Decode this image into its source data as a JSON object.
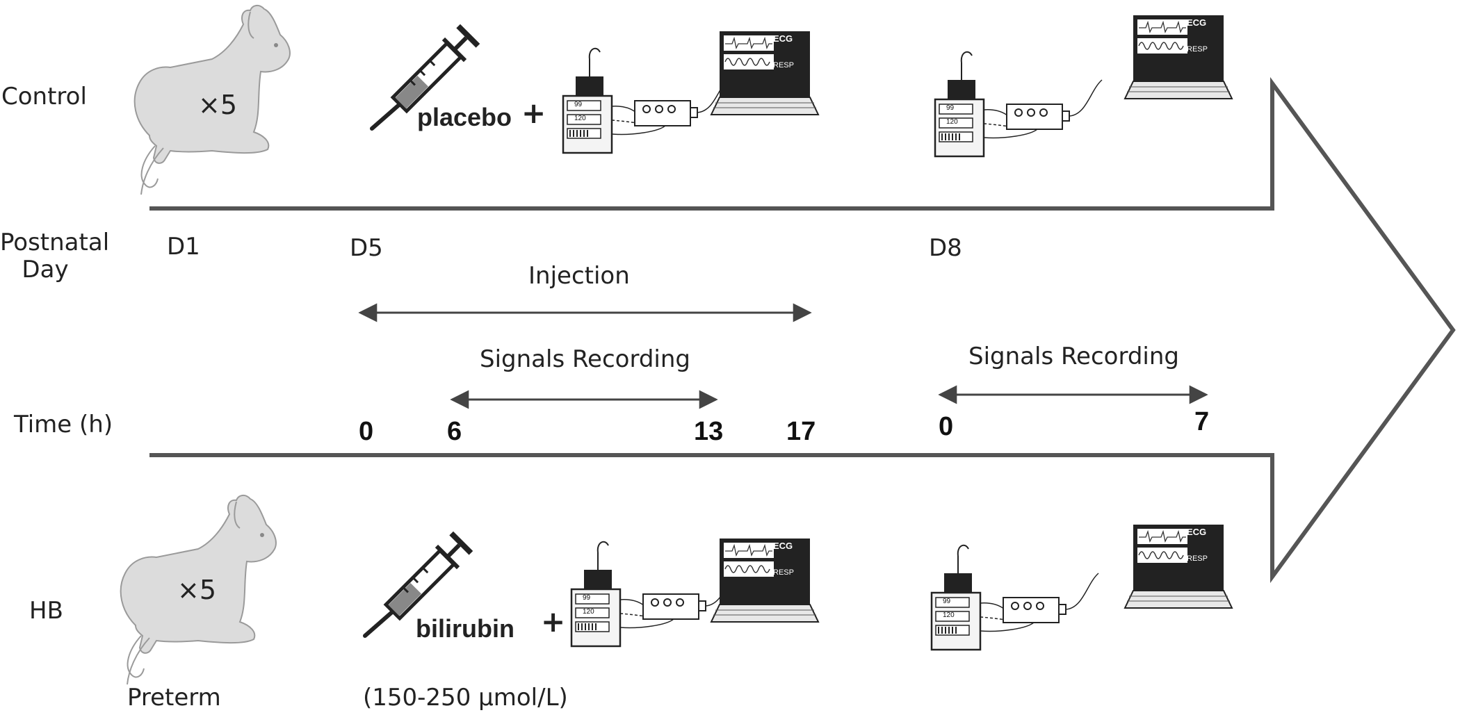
{
  "groups": {
    "control": "Control",
    "hb": "HB"
  },
  "axis_labels": {
    "postnatal_day": [
      "Postnatal",
      "Day"
    ],
    "time": "Time (h)"
  },
  "days": [
    "D1",
    "D5",
    "D8"
  ],
  "intervals": {
    "injection": "Injection",
    "recording_day5": "Signals Recording",
    "recording_day8": "Signals Recording"
  },
  "time_ticks": [
    "0",
    "6",
    "13",
    "17",
    "0",
    "7"
  ],
  "animals": {
    "count_control": "×5",
    "count_hb": "×5",
    "hb_caption": "Preterm"
  },
  "treatments": {
    "control_drug": "placebo",
    "hb_drug": "bilirubin",
    "hb_dose": "(150-250 µmol/L)",
    "plus": "+"
  },
  "monitor": {
    "ecg": "ECG",
    "resp": "RESP",
    "readout_top": "99",
    "readout_mid": "120"
  }
}
